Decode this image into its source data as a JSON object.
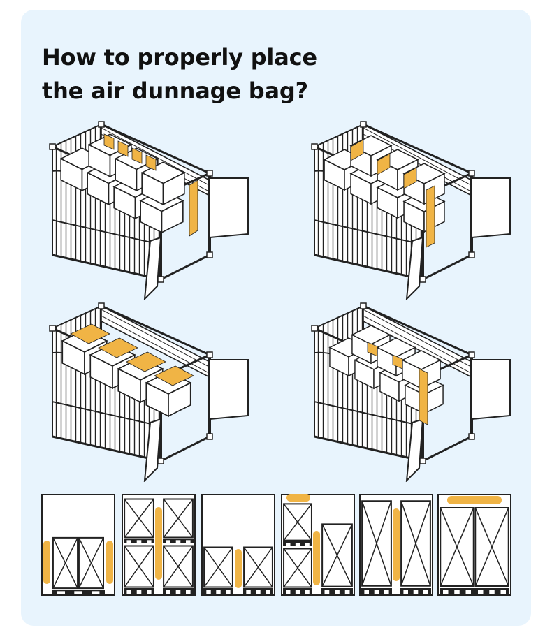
{
  "heading": {
    "line1": "How to properly place",
    "line2": "the air dunnage bag?"
  },
  "colors": {
    "background": "#ffffff",
    "card": "#e8f4fd",
    "container_face": "#ffffff",
    "line": "#222222",
    "dunnage_bag": "#f0b445",
    "text": "#111111"
  },
  "containers": [
    {
      "id": "container-1",
      "bag_placement": "vertical bags between rows along the length"
    },
    {
      "id": "container-2",
      "bag_placement": "vertical bags between rows of stacked boxes"
    },
    {
      "id": "container-3",
      "bag_placement": "flat bags on top of cargo"
    },
    {
      "id": "container-4",
      "bag_placement": "bags between staggered boxes"
    }
  ],
  "panels": [
    {
      "id": "panel-1",
      "bag_placement": "vertical bags on both sides of single-tier pallet"
    },
    {
      "id": "panel-2",
      "bag_placement": "vertical bag between two double-stacked pallets"
    },
    {
      "id": "panel-3",
      "bag_placement": "short vertical bag between two low pallets"
    },
    {
      "id": "panel-4",
      "bag_placement": "horizontal bag on top and vertical bag between unequal stacks"
    },
    {
      "id": "panel-5",
      "bag_placement": "vertical bag between two tall pallets"
    },
    {
      "id": "panel-6",
      "bag_placement": "horizontal bag on top of full-height pallets"
    }
  ]
}
